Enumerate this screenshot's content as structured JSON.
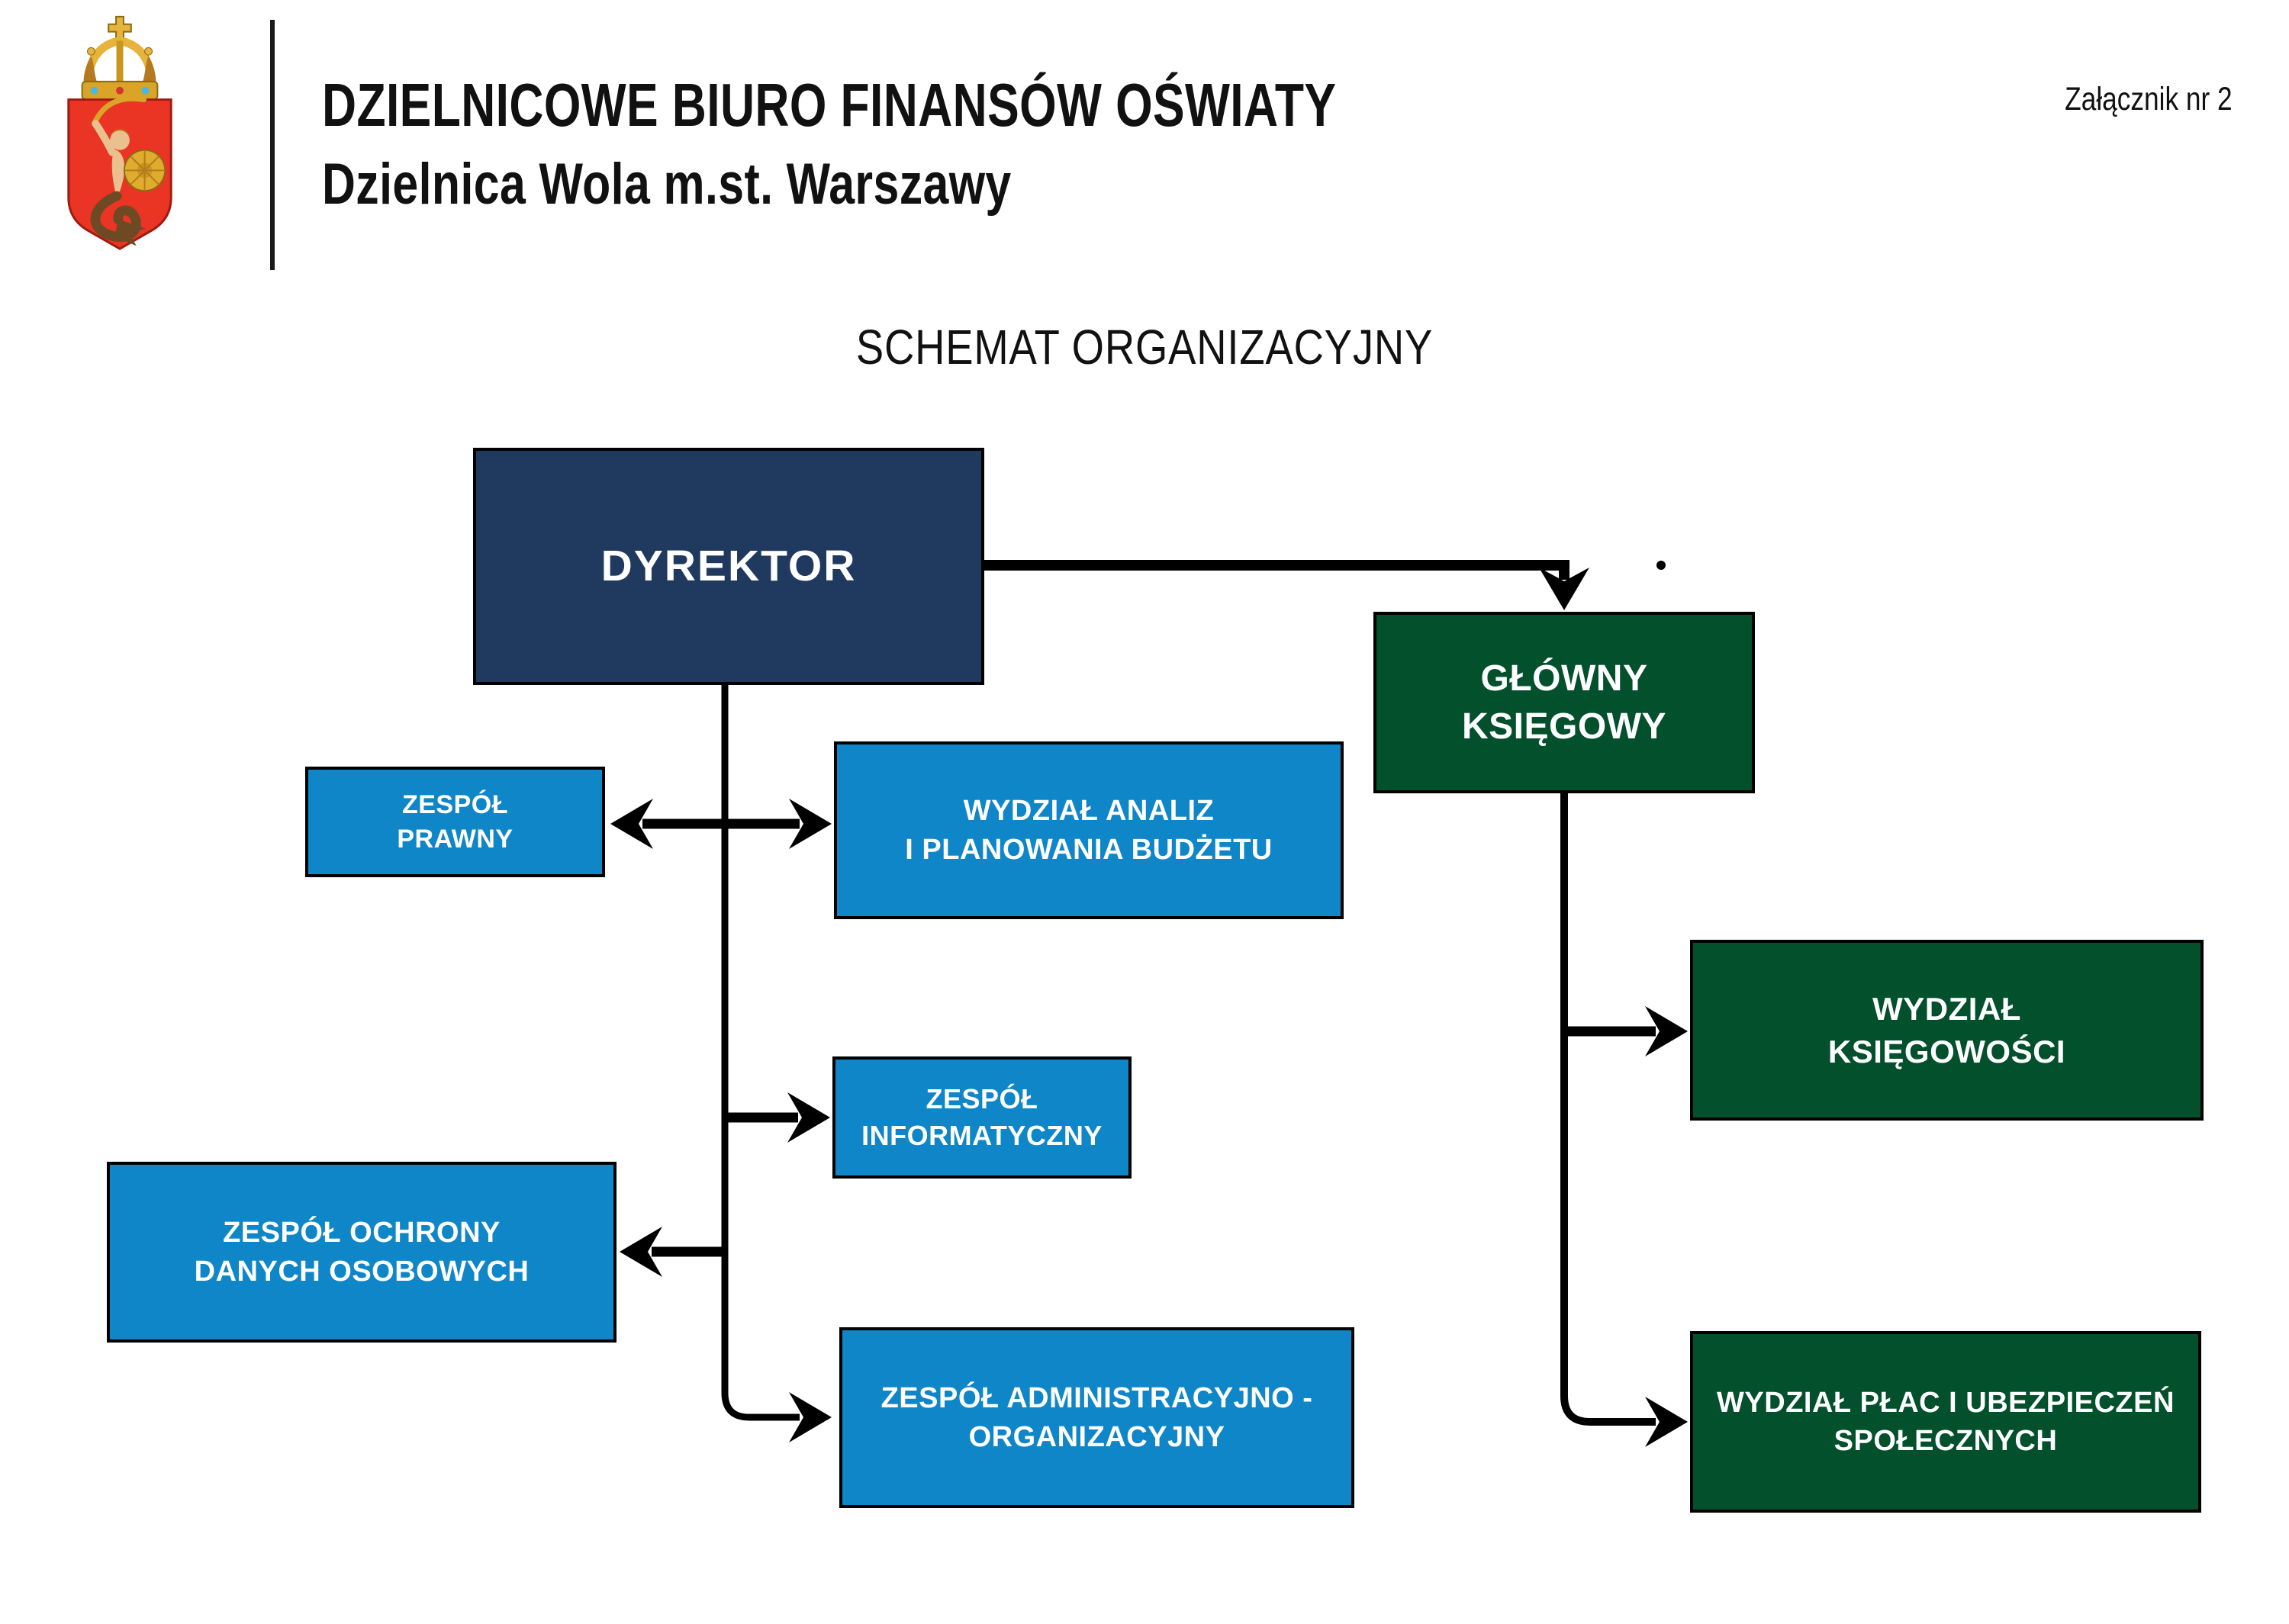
{
  "header": {
    "org_name_line1": "DZIELNICOWE BIURO FINANSÓW OŚWIATY",
    "org_name_line2": "Dzielnica Wola m.st. Warszawy",
    "attachment_note": "Załącznik nr 2",
    "logo": "warsaw-mermaid-coat-of-arms"
  },
  "chart": {
    "title": "SCHEMAT ORGANIZACYJNY",
    "nodes": {
      "dyrektor": {
        "lines": [
          "DYREKTOR"
        ]
      },
      "glowny_ksiegowy": {
        "lines": [
          "GŁÓWNY",
          "KSIĘGOWY"
        ]
      },
      "zespol_prawny": {
        "lines": [
          "ZESPÓŁ",
          "PRAWNY"
        ]
      },
      "wydzial_analiz": {
        "lines": [
          "WYDZIAŁ ANALIZ",
          "I PLANOWANIA BUDŻETU"
        ]
      },
      "zespol_informatyczny": {
        "lines": [
          "ZESPÓŁ",
          "INFORMATYCZNY"
        ]
      },
      "zespol_ochrony": {
        "lines": [
          "ZESPÓŁ OCHRONY",
          "DANYCH OSOBOWYCH"
        ]
      },
      "zespol_admin": {
        "lines": [
          "ZESPÓŁ ADMINISTRACYJNO -",
          "ORGANIZACYJNY"
        ]
      },
      "wydzial_ksiegowosci": {
        "lines": [
          "WYDZIAŁ",
          "KSIĘGOWOŚCI"
        ]
      },
      "wydzial_plac": {
        "lines": [
          "WYDZIAŁ PŁAC I UBEZPIECZEŃ",
          "SPOŁECZNYCH"
        ]
      }
    },
    "edges": [
      {
        "from": "dyrektor",
        "to": "glowny_ksiegowy",
        "style": "arrow"
      },
      {
        "from": "dyrektor",
        "to": "zespol_prawny",
        "style": "double-arrow"
      },
      {
        "from": "dyrektor",
        "to": "wydzial_analiz",
        "style": "double-arrow"
      },
      {
        "from": "dyrektor",
        "to": "zespol_informatyczny",
        "style": "arrow"
      },
      {
        "from": "dyrektor",
        "to": "zespol_ochrony",
        "style": "arrow"
      },
      {
        "from": "dyrektor",
        "to": "zespol_admin",
        "style": "arrow"
      },
      {
        "from": "glowny_ksiegowy",
        "to": "wydzial_ksiegowosci",
        "style": "arrow"
      },
      {
        "from": "glowny_ksiegowy",
        "to": "wydzial_plac",
        "style": "arrow"
      }
    ]
  },
  "colors": {
    "director_box": "#1F3A5E",
    "accounting_box": "#03502D",
    "team_box": "#0E86C7",
    "connector": "#000000",
    "shield_red": "#EA3424",
    "crown_gold": "#D9A427"
  }
}
